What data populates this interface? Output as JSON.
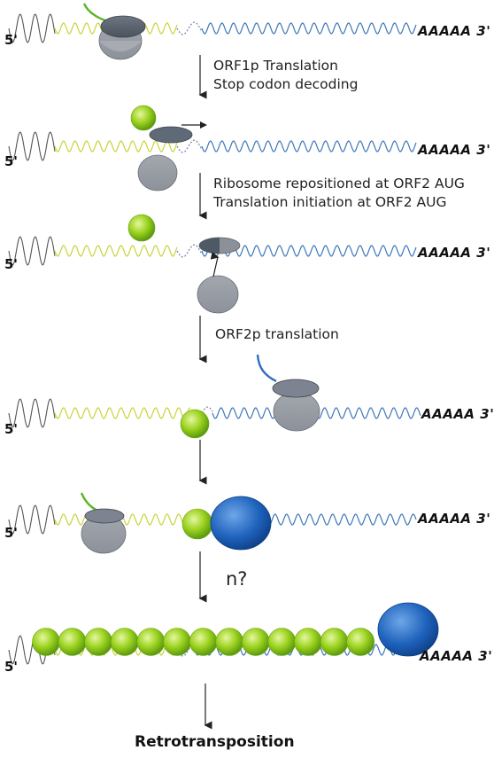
{
  "steps": [
    {
      "five_prime": "5'",
      "three_prime": "AAAAA 3'"
    },
    {
      "five_prime": "5'",
      "three_prime": "AAAAA 3'"
    },
    {
      "five_prime": "5'",
      "three_prime": "AAAAA 3'"
    },
    {
      "five_prime": "5'",
      "three_prime": "AAAAA 3'"
    },
    {
      "five_prime": "5'",
      "three_prime": "AAAAA 3'"
    },
    {
      "five_prime": "5'",
      "three_prime": "AAAAA 3'"
    }
  ],
  "transitions": [
    {
      "line1": "ORF1p Translation",
      "line2": "Stop codon decoding"
    },
    {
      "line1": "Ribosome repositioned at ORF2 AUG",
      "line2": "Translation initiation at ORF2 AUG"
    },
    {
      "line1": "ORF2p translation",
      "line2": ""
    },
    {
      "line1": "",
      "line2": ""
    },
    {
      "line1": "n?",
      "line2": ""
    }
  ],
  "outcome": "Retrotransposition",
  "colors": {
    "five_utr": "#555555",
    "orf1": "#c8d43a",
    "orf2": "#3f78b8",
    "intergenic": "#7a8ab0",
    "ribosome_large": "#5a6470",
    "ribosome_small": "#9a9ea6",
    "orf1p_protein": "#9ad21c",
    "orf2p_protein": "#1e5fb4"
  },
  "icons": [
    "ribosome-icon",
    "orf1p-icon",
    "orf2p-icon",
    "arrow-down-icon",
    "arrow-right-icon"
  ]
}
